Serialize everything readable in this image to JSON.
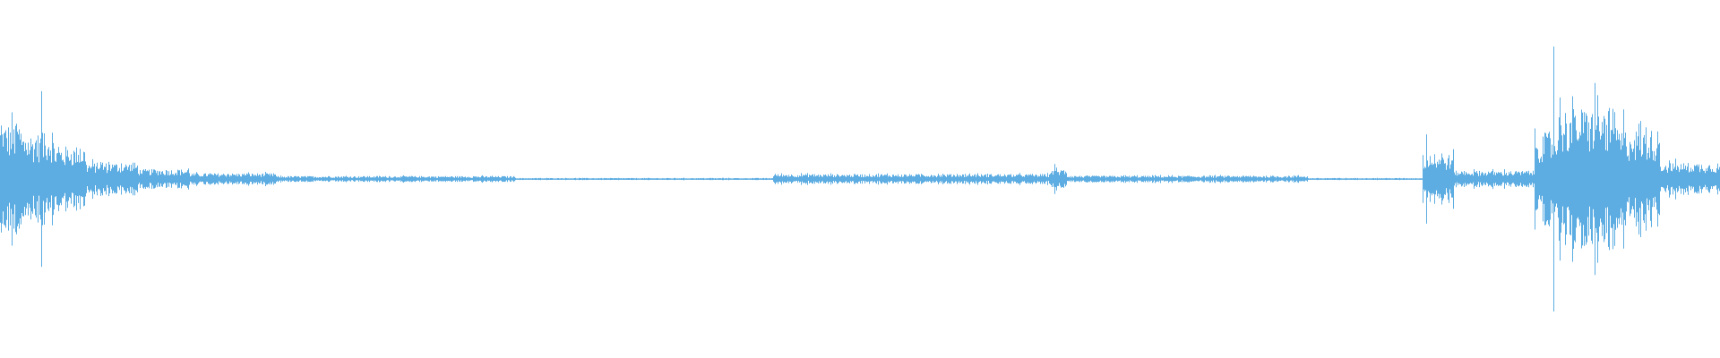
{
  "waveform": {
    "color": "#5dade2",
    "background": "#ffffff",
    "segments": [
      {
        "start": 0.0,
        "end": 0.012,
        "amp": 0.34
      },
      {
        "start": 0.012,
        "end": 0.03,
        "amp": 0.28
      },
      {
        "start": 0.03,
        "end": 0.05,
        "amp": 0.2
      },
      {
        "start": 0.05,
        "end": 0.08,
        "amp": 0.1
      },
      {
        "start": 0.08,
        "end": 0.11,
        "amp": 0.06
      },
      {
        "start": 0.11,
        "end": 0.16,
        "amp": 0.035
      },
      {
        "start": 0.16,
        "end": 0.3,
        "amp": 0.018
      },
      {
        "start": 0.3,
        "end": 0.449,
        "amp": 0.006
      },
      {
        "start": 0.449,
        "end": 0.61,
        "amp": 0.03
      },
      {
        "start": 0.61,
        "end": 0.62,
        "amp": 0.06
      },
      {
        "start": 0.62,
        "end": 0.76,
        "amp": 0.02
      },
      {
        "start": 0.76,
        "end": 0.827,
        "amp": 0.006
      },
      {
        "start": 0.827,
        "end": 0.845,
        "amp": 0.15
      },
      {
        "start": 0.845,
        "end": 0.892,
        "amp": 0.05
      },
      {
        "start": 0.892,
        "end": 0.905,
        "amp": 0.28
      },
      {
        "start": 0.905,
        "end": 0.94,
        "amp": 0.43
      },
      {
        "start": 0.94,
        "end": 0.965,
        "amp": 0.3
      },
      {
        "start": 0.965,
        "end": 1.0,
        "amp": 0.1
      }
    ],
    "spikes": [
      {
        "pos": 0.024,
        "amp": 0.53
      },
      {
        "pos": 0.009,
        "amp": 0.32
      },
      {
        "pos": 0.03,
        "amp": 0.28
      },
      {
        "pos": 0.613,
        "amp": 0.09
      },
      {
        "pos": 0.829,
        "amp": 0.27
      },
      {
        "pos": 0.903,
        "amp": 0.8
      },
      {
        "pos": 0.927,
        "amp": 0.58
      },
      {
        "pos": 0.914,
        "amp": 0.5
      },
      {
        "pos": 0.944,
        "amp": 0.42
      }
    ]
  }
}
